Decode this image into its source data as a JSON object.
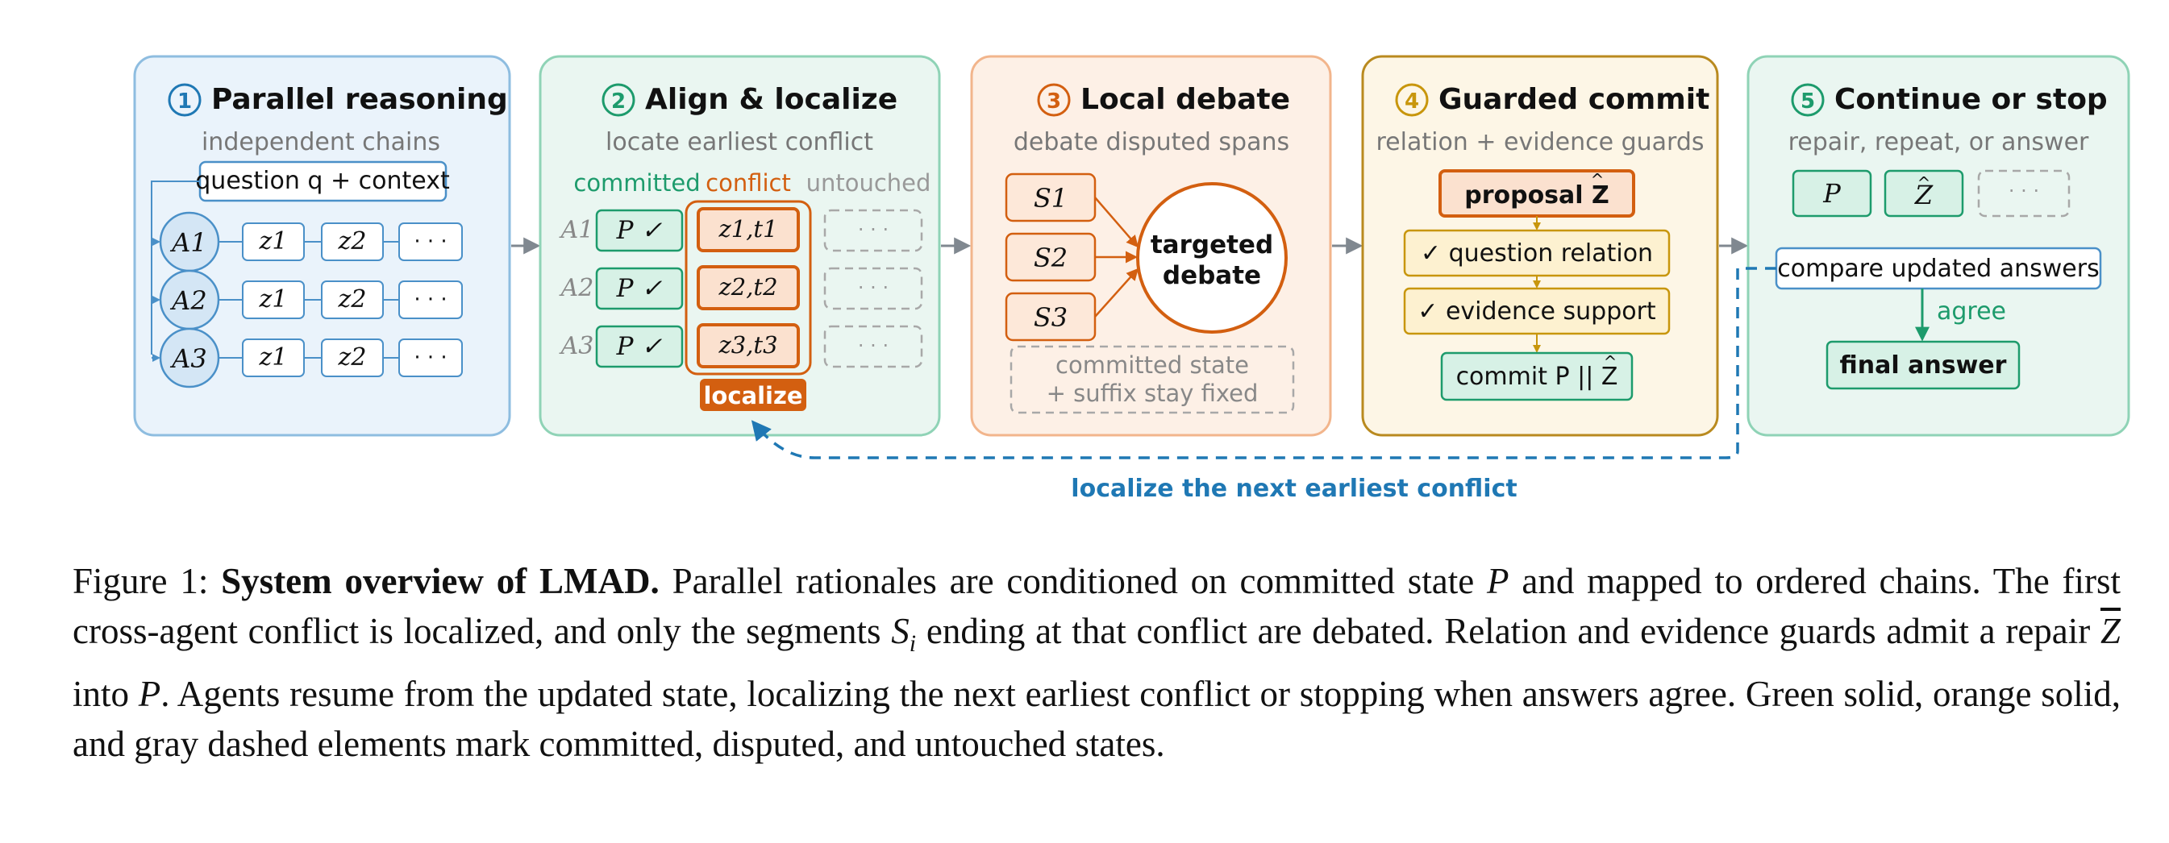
{
  "colors": {
    "committed": "#1d9b6c",
    "disputed": "#d35f10",
    "untouched": "#a8a8a8",
    "loop": "#1f78b4",
    "guard": "#c8960c"
  },
  "stage1": {
    "num": "1",
    "title": "Parallel reasoning",
    "subtitle": "independent chains",
    "question_box": "question q + context",
    "agents": [
      "A1",
      "A2",
      "A3"
    ],
    "chain": [
      "z1",
      "z2",
      "· · ·"
    ]
  },
  "stage2": {
    "num": "2",
    "title": "Align & localize",
    "subtitle": "locate earliest conflict",
    "legend": {
      "committed": "committed",
      "conflict": "conflict",
      "untouched": "untouched"
    },
    "agents": [
      "A1",
      "A2",
      "A3"
    ],
    "committed_cell": "P ✓",
    "conflicts": [
      "z1,t1",
      "z2,t2",
      "z3,t3"
    ],
    "untouched_cell": "· · ·",
    "localize_tag": "localize"
  },
  "stage3": {
    "num": "3",
    "title": "Local debate",
    "subtitle": "debate disputed spans",
    "segments": [
      "S1",
      "S2",
      "S3"
    ],
    "debate_line1": "targeted",
    "debate_line2": "debate",
    "fixed_line1": "committed state",
    "fixed_line2": "+ suffix stay fixed"
  },
  "stage4": {
    "num": "4",
    "title": "Guarded commit",
    "subtitle": "relation + evidence guards",
    "proposal": "proposal Z",
    "guard1": "✓ question relation",
    "guard2": "✓ evidence support",
    "commit": "commit P || Z"
  },
  "stage5": {
    "num": "5",
    "title": "Continue or stop",
    "subtitle": "repair, repeat, or answer",
    "state_cells": [
      "P",
      "Z",
      "· · ·"
    ],
    "compare": "compare updated answers",
    "agree": "agree",
    "final": "final answer"
  },
  "loop_label": "localize the next earliest conflict",
  "caption": {
    "figure_label": "Figure 1:",
    "bold_title": "System overview of LMAD.",
    "text_1": "Parallel rationales are conditioned on committed state",
    "var_P": "P",
    "text_2": "and mapped to ordered chains. The first cross-agent conflict is localized, and only the segments",
    "var_S": "S",
    "sub_i": "i",
    "text_3": "ending at that conflict are debated. Relation and evidence guards admit a repair",
    "var_Z": "Z",
    "text_4": "into",
    "text_5": ". Agents resume from the updated state, localizing the next earliest conflict or stopping when answers agree. Green solid, orange solid, and gray dashed elements mark committed, disputed, and untouched states."
  }
}
